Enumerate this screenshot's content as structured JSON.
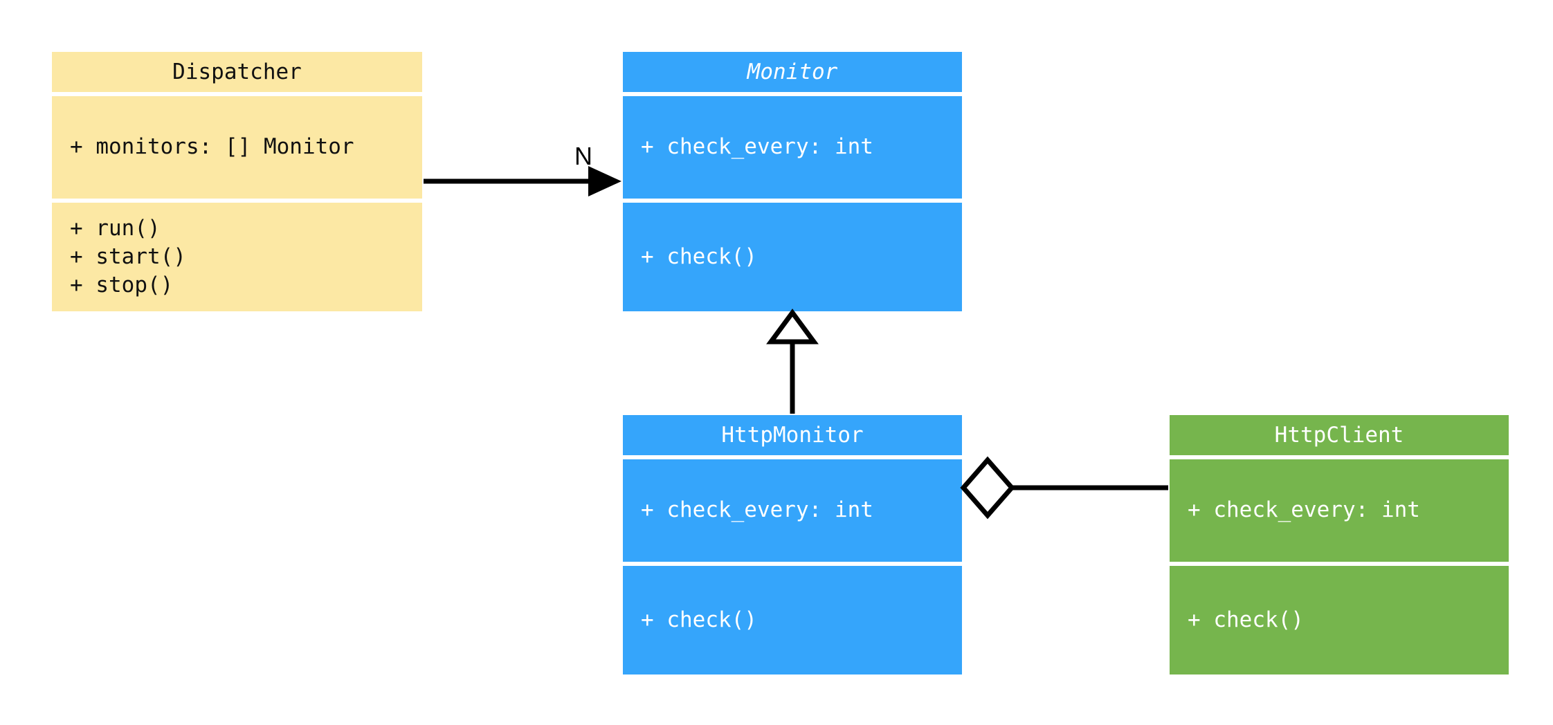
{
  "diagram": {
    "kind": "uml-class-diagram",
    "background": "#ffffff",
    "palette": {
      "yellow": "#fce8a4",
      "blue": "#35a5fb",
      "green": "#76b54d",
      "line": "#000000",
      "divider": "#ffffff",
      "dark_text": "#111111",
      "light_text": "#ffffff"
    }
  },
  "classes": {
    "dispatcher": {
      "name": "Dispatcher",
      "abstract": false,
      "color": "#fce8a4",
      "attributes": [
        "+ monitors: [] Monitor"
      ],
      "methods": [
        "+ run()",
        "+ start()",
        "+ stop()"
      ]
    },
    "monitor": {
      "name": "Monitor",
      "abstract": true,
      "color": "#35a5fb",
      "attributes": [
        "+ check_every: int"
      ],
      "methods": [
        "+ check()"
      ]
    },
    "http_monitor": {
      "name": "HttpMonitor",
      "abstract": false,
      "color": "#35a5fb",
      "attributes": [
        "+ check_every: int"
      ],
      "methods": [
        "+ check()"
      ]
    },
    "http_client": {
      "name": "HttpClient",
      "abstract": false,
      "color": "#76b54d",
      "attributes": [
        "+ check_every: int"
      ],
      "methods": [
        "+ check()"
      ]
    }
  },
  "relations": {
    "dispatcher_to_monitor": {
      "type": "association",
      "from": "Dispatcher",
      "to": "Monitor",
      "arrowhead": "filled-triangle",
      "multiplicity_label": "N"
    },
    "http_monitor_to_monitor": {
      "type": "generalization",
      "from": "HttpMonitor",
      "to": "Monitor",
      "arrowhead": "hollow-triangle",
      "multiplicity_label": ""
    },
    "http_monitor_to_http_client": {
      "type": "aggregation",
      "from": "HttpMonitor",
      "to": "HttpClient",
      "arrowhead": "hollow-diamond",
      "multiplicity_label": ""
    }
  }
}
